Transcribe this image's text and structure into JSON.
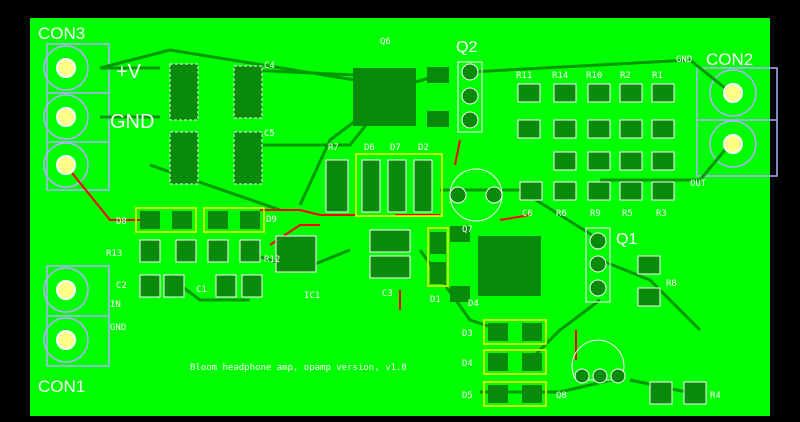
{
  "connectors": {
    "con3": "CON3",
    "con2": "CON2",
    "con1": "CON1",
    "plus_v": "+V",
    "gnd_left": "GND",
    "gnd_right": "GND",
    "out": "OUT",
    "in": "IN",
    "gnd_in": "GND"
  },
  "refs": {
    "q6": "Q6",
    "q2": "Q2",
    "q7": "Q7",
    "q1": "Q1",
    "q8": "Q8",
    "c4": "C4",
    "c5": "C5",
    "c6": "C6",
    "c1": "C1",
    "c2": "C2",
    "c3": "C3",
    "r11": "R11",
    "r14": "R14",
    "r10": "R10",
    "r2": "R2",
    "r1": "R1",
    "r6": "R6",
    "r9": "R9",
    "r5": "R5",
    "r3": "R3",
    "r7": "R7",
    "r13": "R13",
    "r12": "R12",
    "r8": "R8",
    "r4": "R4",
    "d6": "D6",
    "d7": "D7",
    "d2": "D2",
    "d8": "D8",
    "d9": "D9",
    "d1": "D1",
    "d3": "D3",
    "d4": "D4",
    "d5": "D5",
    "ic1": "IC1"
  },
  "footer_text": "Bloom headphone amp, opamp version, v1.0",
  "colors": {
    "board": "#00ff00",
    "background": "#000000",
    "pad": "#0a8a0a",
    "trace_bottom": "#00cc00",
    "trace_top": "#ff0000",
    "outline": "#ffff00",
    "silkscreen": "#ffffff",
    "keepout": "#b0b0ff"
  }
}
